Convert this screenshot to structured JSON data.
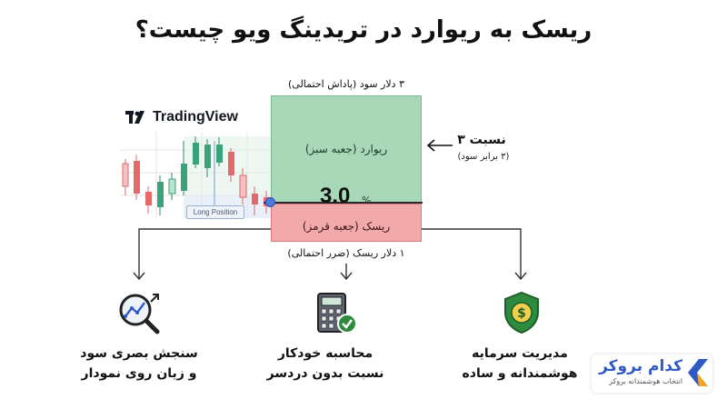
{
  "title": "ریسک به ریوارد در تریدینگ ویو چیست؟",
  "logo": {
    "text": "TradingView",
    "icon": "tradingview-logo-icon"
  },
  "chart": {
    "badge": "Long Position"
  },
  "position": {
    "reward_label": "ریوارد (جعبه سبز)",
    "risk_label": "ریسک (جعبه قرمز)",
    "ratio": "3.0",
    "ratio_unit": "%",
    "top_caption": "۳ دلار سود (پاداش احتمالی)",
    "bottom_caption": "۱ دلار ریسک (ضرر احتمالی)"
  },
  "ratio_note": {
    "line1": "نسبت ۳",
    "line2": "(۳ برابر سود)"
  },
  "features": [
    {
      "icon": "magnifier-chart-icon",
      "line1": "سنجش بصری سود",
      "line2": "و زیان روی نمودار"
    },
    {
      "icon": "calculator-check-icon",
      "line1": "محاسبه خودکار",
      "line2": "نسبت بدون دردسر"
    },
    {
      "icon": "shield-dollar-icon",
      "line1": "مدیریت سرمایه",
      "line2": "هوشمندانه و ساده"
    }
  ],
  "brand": {
    "name": "کدام بروکر",
    "tagline": "انتخاب هوشمندانه بروکر"
  },
  "colors": {
    "reward": "#a9d8b8",
    "risk": "#f2a9a9",
    "accent": "#2f59c5",
    "shield": "#2e8b3e"
  }
}
